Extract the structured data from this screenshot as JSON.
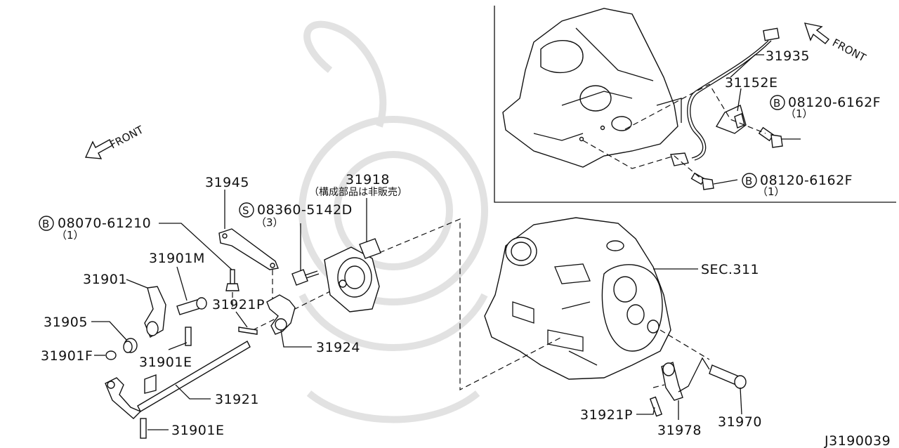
{
  "diagram_code": "J3190039",
  "front_labels": {
    "main": "FRONT",
    "inset": "FRONT"
  },
  "badge_letters": {
    "bolt": "B",
    "screw": "S"
  },
  "parts": {
    "p31945": "31945",
    "p31918": "31918",
    "p31918_note": "（構成部品は非販売）",
    "p08360": "08360-5142D",
    "p08360_qty": "（3）",
    "p08070": "08070-61210",
    "p08070_qty": "（1）",
    "p31901M": "31901M",
    "p31901": "31901",
    "p31921P_left": "31921P",
    "p31905": "31905",
    "p31924": "31924",
    "p31901F": "31901F",
    "p31901E_upper": "31901E",
    "p31921": "31921",
    "p31901E_lower": "31901E",
    "sec311": "SEC.311",
    "p31921P_right": "31921P",
    "p31978": "31978",
    "p31970": "31970",
    "p31935": "31935",
    "p31152E": "31152E",
    "p08120_upper": "08120-6162F",
    "p08120_upper_qty": "（1）",
    "p08120_lower": "08120-6162F",
    "p08120_lower_qty": "（1）"
  }
}
